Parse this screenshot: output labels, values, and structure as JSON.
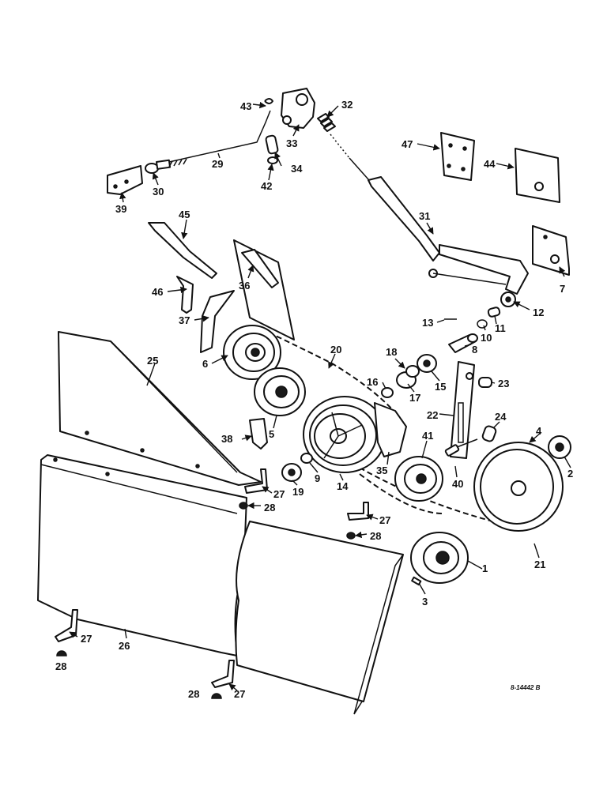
{
  "reference_number": "8-14442 B",
  "callouts": [
    "1",
    "2",
    "3",
    "4",
    "5",
    "6",
    "7",
    "8",
    "9",
    "10",
    "11",
    "12",
    "13",
    "14",
    "15",
    "16",
    "17",
    "18",
    "19",
    "20",
    "21",
    "22",
    "23",
    "24",
    "25",
    "26",
    "27",
    "28",
    "29",
    "30",
    "31",
    "32",
    "33",
    "34",
    "35",
    "36",
    "37",
    "38",
    "39",
    "40",
    "41",
    "42",
    "43",
    "44",
    "45",
    "46",
    "47"
  ]
}
